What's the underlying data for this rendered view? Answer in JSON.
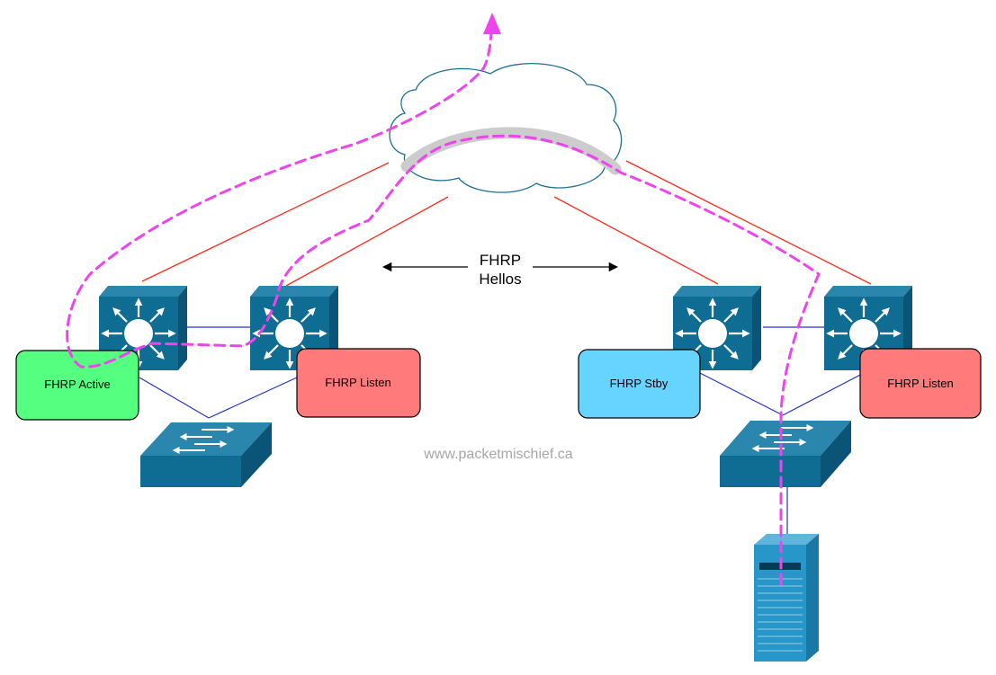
{
  "hellos_label": {
    "line1": "FHRP",
    "line2": "Hellos"
  },
  "status_boxes": {
    "active": {
      "label": "FHRP Active",
      "color": "#55ff7f"
    },
    "listen_left": {
      "label": "FHRP Listen",
      "color": "#ff7a7a"
    },
    "standby": {
      "label": "FHRP Stby",
      "color": "#66d4ff"
    },
    "listen_right": {
      "label": "FHRP Listen",
      "color": "#ff7a7a"
    }
  },
  "watermark": "www.packetmischief.ca",
  "colors": {
    "device": "#0f6d93",
    "uplink": "#ff2a1a",
    "link": "#2233cc",
    "path": "#ee44ee",
    "tunnel": "#cccccc"
  }
}
